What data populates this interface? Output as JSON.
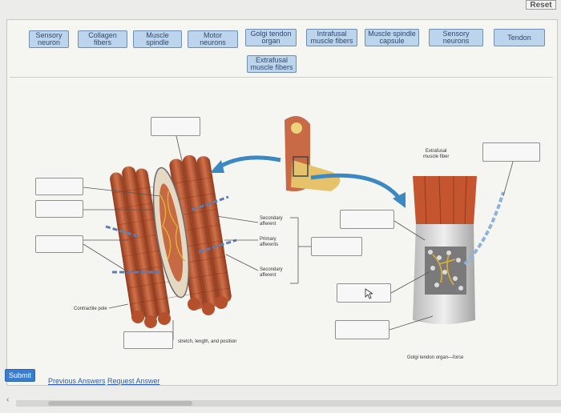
{
  "reset_label": "Reset",
  "labels": [
    "Sensory\nneuron",
    "Collagen fibers",
    "Muscle spindle",
    "Motor neurons",
    "Golgi tendon\norgan",
    "Intrafusal\nmuscle fibers",
    "Muscle spindle\ncapsule",
    "Sensory\nneurons",
    "Tendon",
    "Extrafusal\nmuscle fibers"
  ],
  "diagram": {
    "contractile_pole": "Contractile pole",
    "secondary_afferent_1": "Secondary\nafferent",
    "primary_afferents": "Primary\nafferents",
    "secondary_afferent_2": "Secondary\nafferent",
    "stretch_caption": "stretch, length, and position",
    "extrafusal_fiber": "Extrafusal\nmuscle fiber",
    "golgi_caption": "Golgi tendon organ—force"
  },
  "actions": {
    "submit": "Submit",
    "previous_answers": "Previous Answers",
    "request_answer": "Request Answer"
  }
}
